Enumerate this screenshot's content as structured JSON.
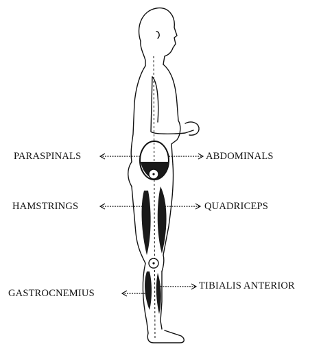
{
  "labels": {
    "paraspinals": "PARASPINALS",
    "abdominals": "ABDOMINALS",
    "hamstrings": "HAMSTRINGS",
    "quadriceps": "QUADRICEPS",
    "gastrocnemius": "GASTROCNEMIUS",
    "tibialis_anterior": "TIBIALIS ANTERIOR"
  },
  "colors": {
    "ink": "#111111",
    "muscle": "#1a1a1a",
    "background": "#ffffff"
  }
}
